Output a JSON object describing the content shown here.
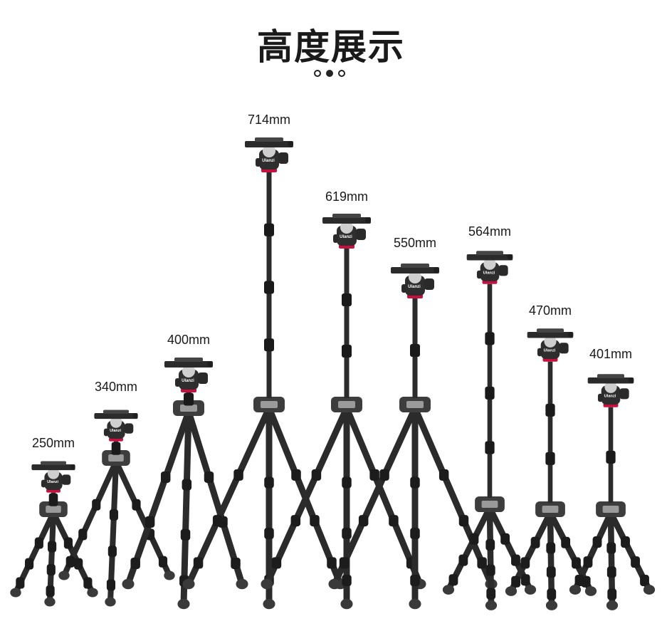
{
  "title": "高度展示",
  "pagination": {
    "count": 3,
    "active_index": 1
  },
  "tripods": [
    {
      "height_label": "250mm",
      "brand": "Ulanzi"
    },
    {
      "height_label": "340mm",
      "brand": "Ulanzi"
    },
    {
      "height_label": "400mm",
      "brand": "Ulanzi"
    },
    {
      "height_label": "714mm",
      "brand": "Ulanzi"
    },
    {
      "height_label": "619mm",
      "brand": "Ulanzi"
    },
    {
      "height_label": "550mm",
      "brand": "Ulanzi"
    },
    {
      "height_label": "564mm",
      "brand": "Ulanzi"
    },
    {
      "height_label": "470mm",
      "brand": "Ulanzi"
    },
    {
      "height_label": "401mm",
      "brand": "Ulanzi"
    }
  ],
  "colors": {
    "carbon": "#2b2b2b",
    "rubber": "#3a3a3a",
    "accent_ring": "#c8103e",
    "metal": "#9a9a9a"
  }
}
